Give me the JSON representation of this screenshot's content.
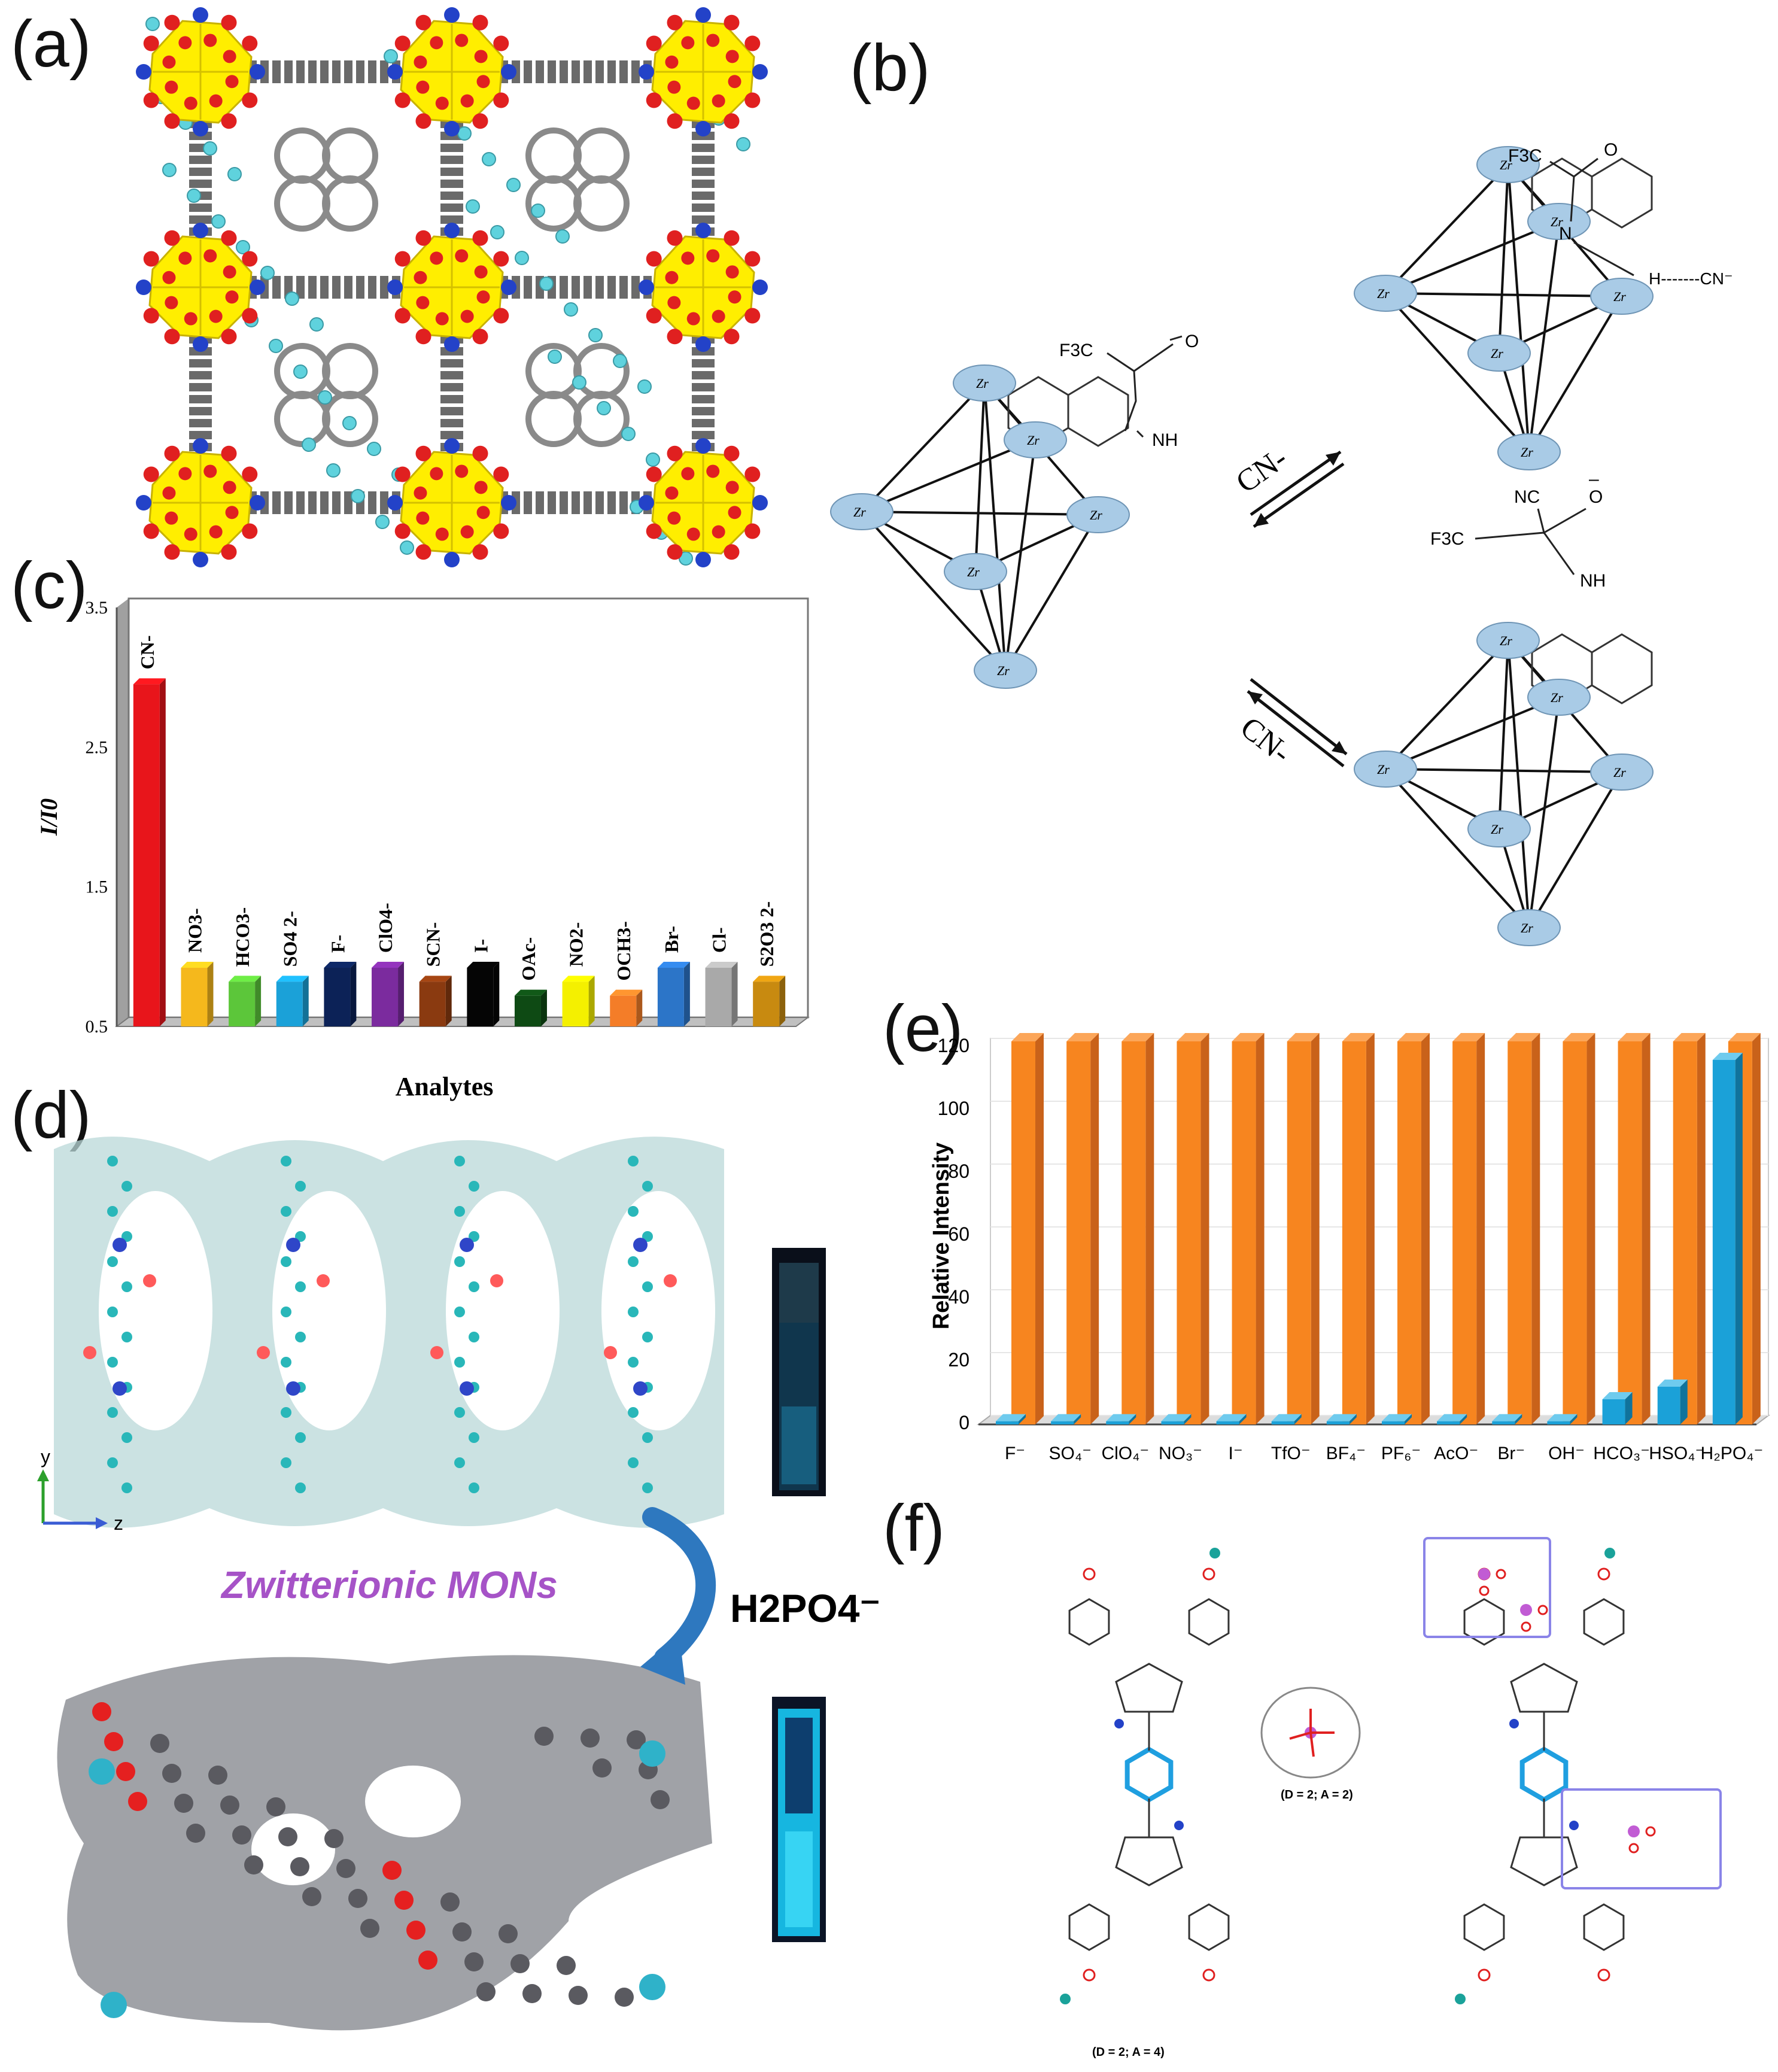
{
  "panels": {
    "a": "(a)",
    "b": "(b)",
    "c": "(c)",
    "d": "(d)",
    "e": "(e)",
    "f": "(f)"
  },
  "colors": {
    "zr_fill": "#a9cbe6",
    "bar_red": "#e8151b",
    "orange": "#f7851f",
    "blue": "#1ba1d8",
    "yellow_polyhedra": "#ffee00",
    "oxygen": "#e02020",
    "nitrogen": "#2342c8",
    "cyan_atom": "#5fd2dd"
  },
  "scheme_b": {
    "zr_label": "Zr",
    "reagent_top": "CN-",
    "reagent_bottom": "CN-",
    "left_group_f3c": "F3C",
    "left_group_o": "O",
    "left_group_nh": "NH",
    "top_group_f3c": "F3C",
    "top_group_o": "O",
    "top_group_n": "N",
    "top_hbond": "H-------CN⁻",
    "bottom_group_nc": "NC",
    "bottom_group_o": "O",
    "bottom_group_minus": "–",
    "bottom_group_f3c": "F3C",
    "bottom_group_nh": "NH"
  },
  "panel_d": {
    "label_zwitterionic": "Zwitterionic MONs",
    "label_anion": "H2PO4⁻",
    "axis_y": "y",
    "axis_z": "z"
  },
  "panel_f": {
    "label_left": "(D = 2; A = 4)",
    "label_middle": "(D = 2; A = 2)"
  },
  "chart_data": [
    {
      "type": "bar",
      "ylabel": "I/I0",
      "xlabel": "Analytes",
      "ylim": [
        0.5,
        3.5
      ],
      "yticks": [
        "0.5",
        "1.5",
        "2.5",
        "3.5"
      ],
      "categories": [
        "CN-",
        "NO3-",
        "HCO3-",
        "SO4 2-",
        "F-",
        "ClO4-",
        "SCN-",
        "I-",
        "OAc-",
        "NO2-",
        "OCH3-",
        "Br-",
        "Cl-",
        "S2O3 2-"
      ],
      "values": [
        2.95,
        0.92,
        0.82,
        0.82,
        0.92,
        0.92,
        0.82,
        0.92,
        0.72,
        0.82,
        0.72,
        0.92,
        0.92,
        0.82
      ],
      "bar_colors": [
        "#e8151b",
        "#f5b81c",
        "#5cc63a",
        "#1ba1d8",
        "#0c2257",
        "#7b2b9e",
        "#8a3a10",
        "#050505",
        "#0e4a14",
        "#f4f000",
        "#f47d28",
        "#2c75c8",
        "#a9a9a9",
        "#c88a10"
      ]
    },
    {
      "type": "bar",
      "ylabel": "Relative Intensity",
      "xlabel": "",
      "ylim": [
        0,
        120
      ],
      "yticks": [
        "0",
        "20",
        "40",
        "60",
        "80",
        "100",
        "120"
      ],
      "categories": [
        "F⁻",
        "SO₄⁻",
        "ClO₄⁻",
        "NO₃⁻",
        "I⁻",
        "TfO⁻",
        "BF₄⁻",
        "PF₆⁻",
        "AcO⁻",
        "Br⁻",
        "OH⁻",
        "HCO₃⁻",
        "HSO₄⁻",
        "H₂PO₄⁻"
      ],
      "series": [
        {
          "values": [
            120,
            120,
            120,
            120,
            120,
            120,
            120,
            120,
            120,
            120,
            120,
            120,
            120,
            120
          ]
        },
        {
          "values": [
            1,
            1,
            1,
            1,
            1,
            1,
            1,
            1,
            1,
            1,
            1,
            8,
            12,
            116
          ]
        }
      ]
    }
  ]
}
